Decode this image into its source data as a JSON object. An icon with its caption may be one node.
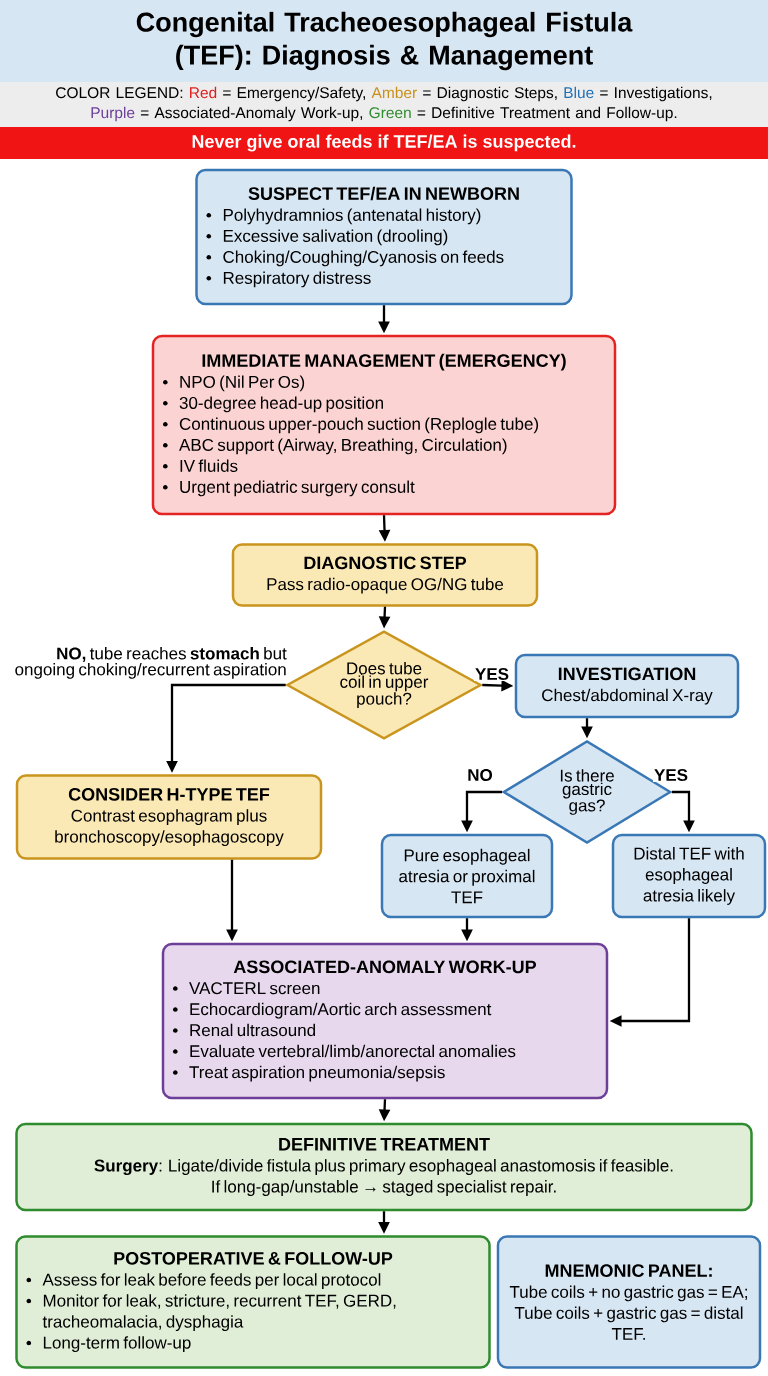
{
  "diagram": {
    "title": "Congenital Tracheoesophageal Fistula (TEF): Diagnosis & Management",
    "nodes": [
      {
        "text": [
          "Never give oral feeds if TEF/EA is suspected."
        ]
      },
      {
        "text": [
          "SUSPECT TEF/EA IN NEWBORN",
          "Polyhydramnios (antenatal history)",
          "Excessive salivation (drooling)",
          "Choking/Coughing/Cyanosis on feeds",
          "Respiratory distress"
        ]
      },
      {
        "text": [
          "IMMEDIATE MANAGEMENT (EMERGENCY)",
          "NPO (Nil Per Os)",
          "30-degree head-up position",
          "Continuous upper-pouch suction (Replogle tube)",
          "ABC support (Airway, Breathing, Circulation)",
          "IV fluids",
          "Urgent pediatric surgery consult"
        ]
      },
      {
        "text": [
          "DIAGNOSTIC STEP",
          "Pass radio-opaque OG/NG tube"
        ]
      },
      {
        "text": [
          "Does tube coil in upper pouch?"
        ]
      },
      {
        "text": [
          "INVESTIGATION",
          "Chest/abdominal X-ray"
        ]
      },
      {
        "text": [
          "CONSIDER H-TYPE TEF",
          "Contrast esophagram plus bronchoscopy/esophagoscopy"
        ]
      },
      {
        "text": [
          "Is there gastric gas?"
        ]
      },
      {
        "text": [
          "Pure esophageal atresia or proximal TEF"
        ]
      },
      {
        "text": [
          "Distal TEF with esophageal atresia likely"
        ]
      },
      {
        "text": [
          "ASSOCIATED-ANOMALY WORK-UP",
          "VACTERL screen",
          "Echocardiogram/Aortic arch assessment",
          "Renal ultrasound",
          "Evaluate vertebral/limb/anorectal anomalies",
          "Treat aspiration pneumonia/sepsis"
        ]
      },
      {
        "text": [
          "DEFINITIVE TREATMENT",
          "**Surgery**: Ligate/divide fistula plus primary esophageal anastomosis if feasible.",
          "If long-gap/unstable → staged specialist repair."
        ]
      },
      {
        "text": [
          "POSTOPERATIVE & FOLLOW-UP",
          "Assess for leak before feeds per local protocol",
          "Monitor for leak, stricture, recurrent TEF, GERD, tracheomalacia, dysphagia",
          "Long-term follow-up"
        ]
      },
      {
        "text": [
          "MNEMONIC PANEL:",
          "Tube coils + no gastric gas = EA;",
          "Tube coils + gastric gas = distal TEF."
        ]
      }
    ],
    "edges": [
      {
        "from": 1,
        "to": 2,
        "arrow": "to"
      },
      {
        "from": 2,
        "to": 3,
        "arrow": "to"
      },
      {
        "from": 3,
        "to": 4,
        "arrow": "to"
      },
      {
        "from": 4,
        "to": 5,
        "arrow": "to",
        "label": "YES"
      },
      {
        "from": 4,
        "to": 6,
        "arrow": "to",
        "label": "**NO,** tube reaches **stomach** but ongoing choking/recurrent aspiration"
      },
      {
        "from": 5,
        "to": 7,
        "arrow": "to"
      },
      {
        "from": 7,
        "to": 8,
        "arrow": "to",
        "label": "NO"
      },
      {
        "from": 7,
        "to": 9,
        "arrow": "to",
        "label": "YES"
      },
      {
        "from": 6,
        "to": 10,
        "arrow": "to"
      },
      {
        "from": 8,
        "to": 10,
        "arrow": "to"
      },
      {
        "from": 9,
        "to": 10,
        "arrow": "to"
      },
      {
        "from": 10,
        "to": 11,
        "arrow": "to"
      },
      {
        "from": 11,
        "to": 12,
        "arrow": "to"
      }
    ],
    "labels": [
      "COLOR LEGEND:",
      "= Emergency/Safety,",
      "= Diagnostic Steps,",
      "= Investigations,",
      "= Associated-Anomaly Work-up,",
      "= Definitive Treatment and Follow-up."
    ],
    "legend": [
      {
        "text": "Red",
        "color": "#e01b1b"
      },
      {
        "text": "Amber",
        "color": "#c8901a"
      },
      {
        "text": "Blue",
        "color": "#1f6fb5"
      },
      {
        "text": "Purple",
        "color": "#6a3d9a"
      },
      {
        "text": "Green",
        "color": "#2e8b2e"
      }
    ]
  }
}
